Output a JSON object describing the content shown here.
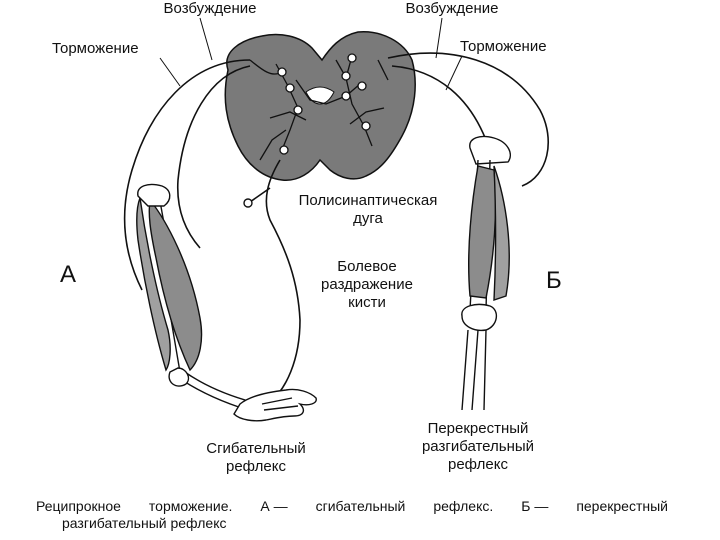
{
  "labels": {
    "excitation_left": "Возбуждение",
    "excitation_right": "Возбуждение",
    "inhibition_left": "Торможение",
    "inhibition_right": "Торможение",
    "polysynaptic_line1": "Полисинаптическая",
    "polysynaptic_line2": "дуга",
    "letter_a": "А",
    "letter_b": "Б",
    "pain_line1": "Болевое",
    "pain_line2": "раздражение",
    "pain_line3": "кисти",
    "flexion_line1": "Сгибательный",
    "flexion_line2": "рефлекс",
    "crossed_line1": "Перекрестный",
    "crossed_line2": "разгибательный",
    "crossed_line3": "рефлекс"
  },
  "caption": {
    "w1": "Реципрокное",
    "w2": "торможение.",
    "w3": "А —",
    "w4": "сгибательный",
    "w5": "рефлекс.",
    "w6": "Б —",
    "w7": "перекрестный",
    "line2": "разгибательный рефлекс"
  },
  "colors": {
    "gray_matter": "#7a7a7a",
    "muscle": "#8c8c8c",
    "line": "#111111"
  }
}
